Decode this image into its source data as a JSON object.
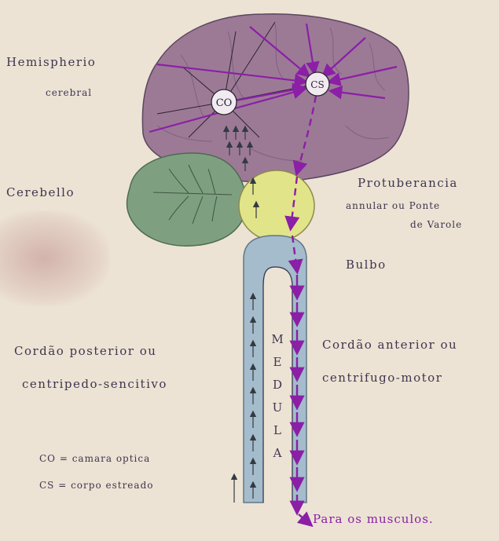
{
  "labels": {
    "hemisphere_line1": "Hemispherio",
    "hemisphere_line2": "cerebral",
    "cerebellum": "Cerebello",
    "pons_line1": "Protuberancia",
    "pons_line2": "annular ou Ponte",
    "pons_line3": "de Varole",
    "bulb": "Bulbo",
    "posterior_line1": "Cordão posterior ou",
    "posterior_line2": "centripedo-sencitivo",
    "anterior_line1": "Cordão anterior ou",
    "anterior_line2": "centrifugo-motor",
    "medulla_vertical": "MEDULA",
    "legend_co": "CO = camara optica",
    "legend_cs": "CS = corpo estreado",
    "to_muscles": "Para os musculos."
  },
  "nodes": {
    "co": "CO",
    "cs": "CS"
  },
  "colors": {
    "hemisphere": "#9c7a96",
    "cerebellum": "#7fa080",
    "pons": "#e2e489",
    "spinal_cord": "#a4bccb",
    "motor_path": "#8b1fa6",
    "sensory_arrows": "#333a44",
    "paper": "#ece3d4",
    "ink": "#3e3550"
  }
}
